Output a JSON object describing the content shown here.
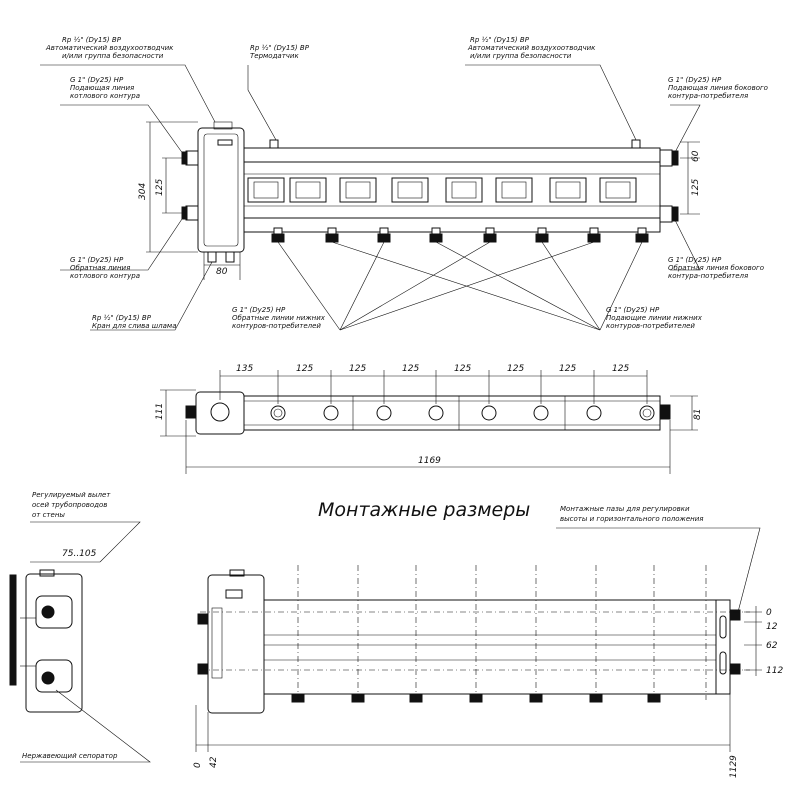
{
  "top_view": {
    "label_air_vent_left": [
      "Rp ½\" (Dy15) ВР",
      "Автоматический воздухоотводчик",
      "и/или группа безопасности"
    ],
    "label_sensor": [
      "Rp ½\" (Dy15) ВР",
      "Термодатчик"
    ],
    "label_air_vent_right": [
      "Rp ½\" (Dy15) ВР",
      "Автоматический воздухоотводчик",
      "и/или группа безопасности"
    ],
    "label_boiler_supply": [
      "G 1\" (Dy25) НР",
      "Подающая линия",
      "котлового контура"
    ],
    "label_boiler_return": [
      "G 1\" (Dy25) НР",
      "Обратная линия",
      "котлового контура"
    ],
    "label_side_supply": [
      "G 1\" (Dy25) НР",
      "Подающая линия бокового",
      "контура-потребителя"
    ],
    "label_side_return": [
      "G 1\" (Dy25) НР",
      "Обратная линия бокового",
      "контура-потребителя"
    ],
    "label_drain": [
      "Rp ½\" (Dy15) ВР",
      "Кран для слива шлама"
    ],
    "label_lower_return": [
      "G 1\" (Dy25) НР",
      "Обратные линии нижних",
      "контуров-потребителей"
    ],
    "label_lower_supply": [
      "G 1\" (Dy25) НР",
      "Подающие линии нижних",
      "контуров-потребителей"
    ],
    "dim_304": "304",
    "dim_125_left": "125",
    "dim_80": "80",
    "dim_60": "60",
    "dim_125_right": "125"
  },
  "bottom_view": {
    "dims_spacing": [
      "135",
      "125",
      "125",
      "125",
      "125",
      "125",
      "125",
      "125"
    ],
    "dim_111": "111",
    "dim_81": "81",
    "dim_1169": "1169"
  },
  "mounting": {
    "title": "Монтажные размеры",
    "label_offset": [
      "Регулируемый вылет",
      "осей трубопроводов",
      "от стены"
    ],
    "dim_offset": "75..105",
    "label_slots": [
      "Монтажные пазы для регулировки",
      "высоты и горизонтального положения"
    ],
    "label_separator": "Нержавеющий сепоратор",
    "dims_right": [
      "0",
      "12",
      "62",
      "112"
    ],
    "dims_bottom": [
      "0",
      "42",
      "1129"
    ]
  }
}
